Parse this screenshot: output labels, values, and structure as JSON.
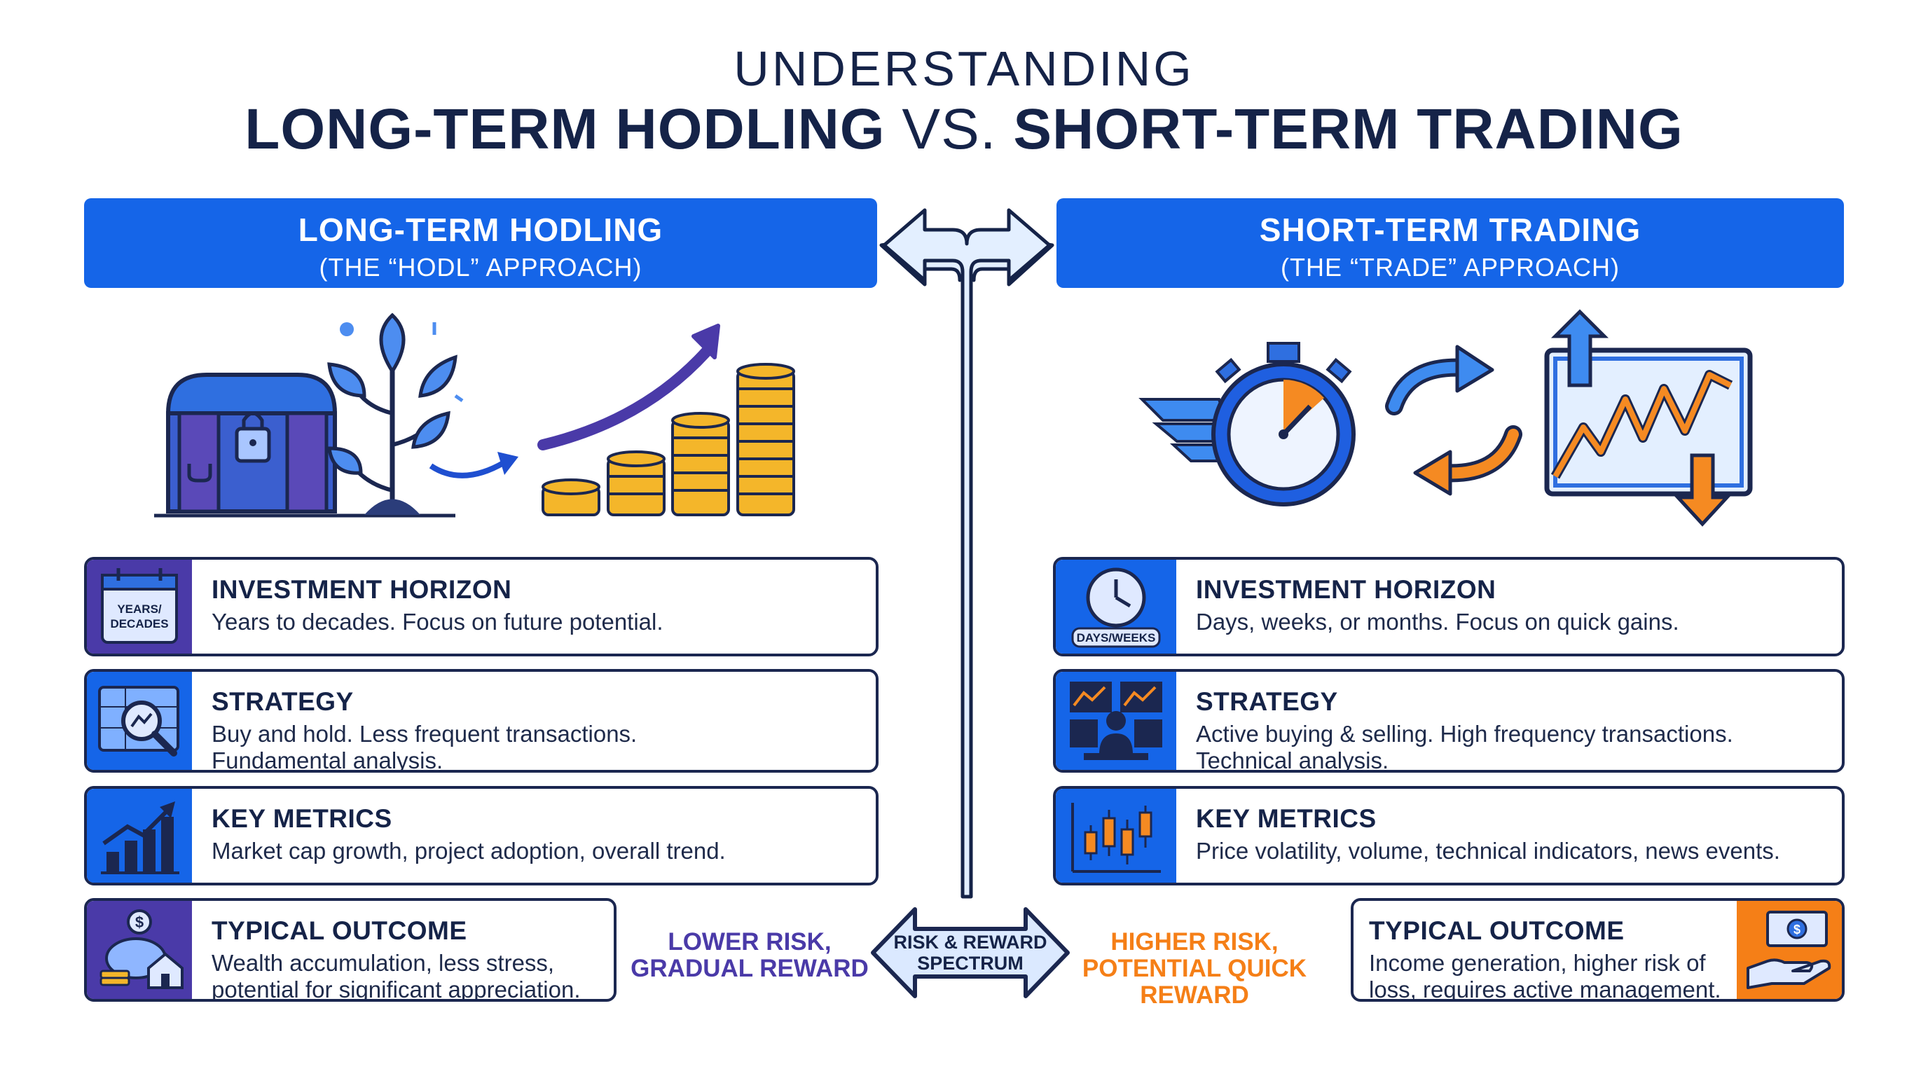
{
  "title": {
    "line1": "UNDERSTANDING",
    "left": "LONG-TERM HODLING",
    "vs": "VS.",
    "right": "SHORT-TERM TRADING"
  },
  "left": {
    "header": "LONG-TERM HODLING",
    "subheader": "(THE “HODL” APPROACH)",
    "cards": [
      {
        "title": "INVESTMENT HORIZON",
        "body": "Years to decades. Focus on future potential.",
        "badge": "YEARS/ DECADES"
      },
      {
        "title": "STRATEGY",
        "body": "Buy and hold. Less frequent transactions. Fundamental analysis."
      },
      {
        "title": "KEY METRICS",
        "body": "Market cap growth, project adoption, overall trend."
      },
      {
        "title": "TYPICAL OUTCOME",
        "body": "Wealth accumulation, less stress, potential for significant appreciation."
      }
    ]
  },
  "right": {
    "header": "SHORT-TERM TRADING",
    "subheader": "(THE “TRADE” APPROACH)",
    "cards": [
      {
        "title": "INVESTMENT HORIZON",
        "body": "Days, weeks, or months. Focus on quick gains.",
        "badge": "DAYS/WEEKS"
      },
      {
        "title": "STRATEGY",
        "body": "Active buying & selling. High frequency transactions. Technical analysis."
      },
      {
        "title": "KEY METRICS",
        "body": "Price volatility, volume, technical indicators, news events."
      },
      {
        "title": "TYPICAL OUTCOME",
        "body": "Income generation, higher risk of loss, requires active management."
      }
    ]
  },
  "spectrum": {
    "label": "RISK & REWARD SPECTRUM",
    "left_label": "LOWER RISK, GRADUAL REWARD",
    "right_label": "HIGHER RISK, POTENTIAL QUICK REWARD"
  },
  "colors": {
    "navy": "#152348",
    "blue": "#1565e8",
    "purple": "#4a3aa8",
    "orange": "#f57f17",
    "gold": "#f4b62a"
  },
  "icons": {
    "left_illustration": [
      "treasure-chest-icon",
      "growing-plant-icon",
      "coin-stacks-icon",
      "growth-arrow-icon"
    ],
    "right_illustration": [
      "winged-stopwatch-icon",
      "swap-arrows-icon",
      "volatile-chart-icon"
    ],
    "left_cards": [
      "calendar-icon",
      "analysis-magnifier-icon",
      "growth-bar-chart-icon",
      "piggy-bank-house-icon"
    ],
    "right_cards": [
      "clock-icon",
      "trader-monitors-icon",
      "candlestick-icon",
      "money-hand-icon"
    ]
  }
}
